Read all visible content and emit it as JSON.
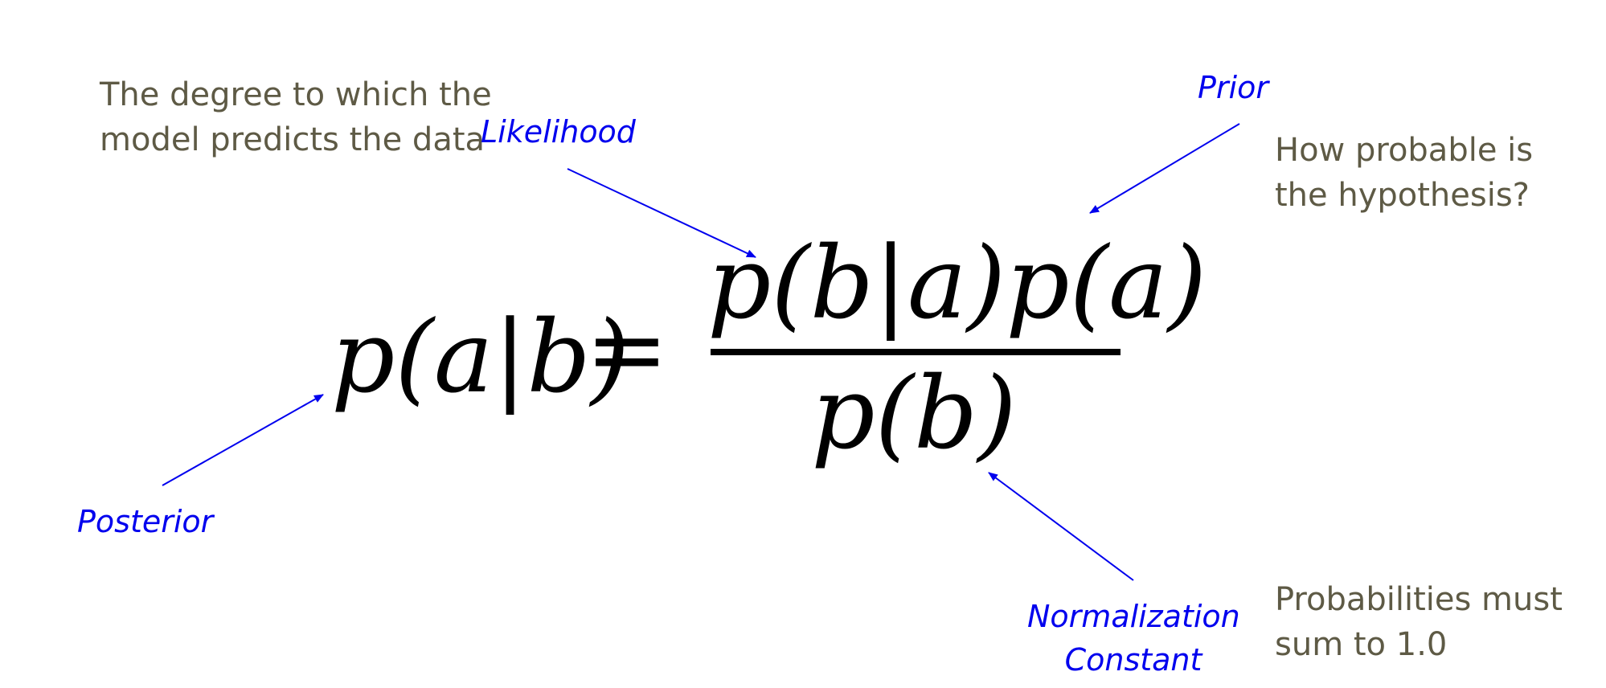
{
  "descriptions": {
    "likelihood_line1": "The degree to which the",
    "likelihood_line2": "model predicts the data",
    "prior_line1": "How probable is",
    "prior_line2": "the hypothesis?",
    "normalization_line1": "Probabilities must",
    "normalization_line2": "sum to 1.0"
  },
  "labels": {
    "likelihood": "Likelihood",
    "prior": "Prior",
    "posterior": "Posterior",
    "normalization_line1": "Normalization",
    "normalization_line2": "Constant"
  },
  "equation": {
    "lhs": "p(a|b)",
    "equals": "=",
    "numerator": "p(b|a)p(a)",
    "denominator": "p(b)"
  },
  "colors": {
    "label": "#0000ee",
    "description": "#5e5a45",
    "arrow": "#0000ee"
  }
}
